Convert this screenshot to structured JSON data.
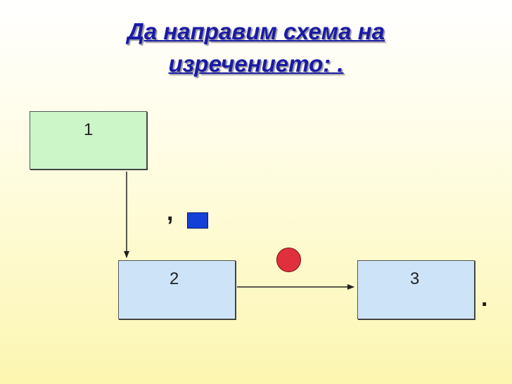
{
  "title": {
    "line1": "Да направим схема на",
    "line2": "изречението: ."
  },
  "boxes": [
    {
      "label": "1",
      "color": "#ccf5c8"
    },
    {
      "label": "2",
      "color": "#cde4f8"
    },
    {
      "label": "3",
      "color": "#cde4f8"
    }
  ],
  "symbols": {
    "comma": ",",
    "period": ".",
    "square_color": "#1440d8",
    "dot_color": "#e0303c"
  },
  "colors": {
    "title": "#1a1aa8"
  }
}
